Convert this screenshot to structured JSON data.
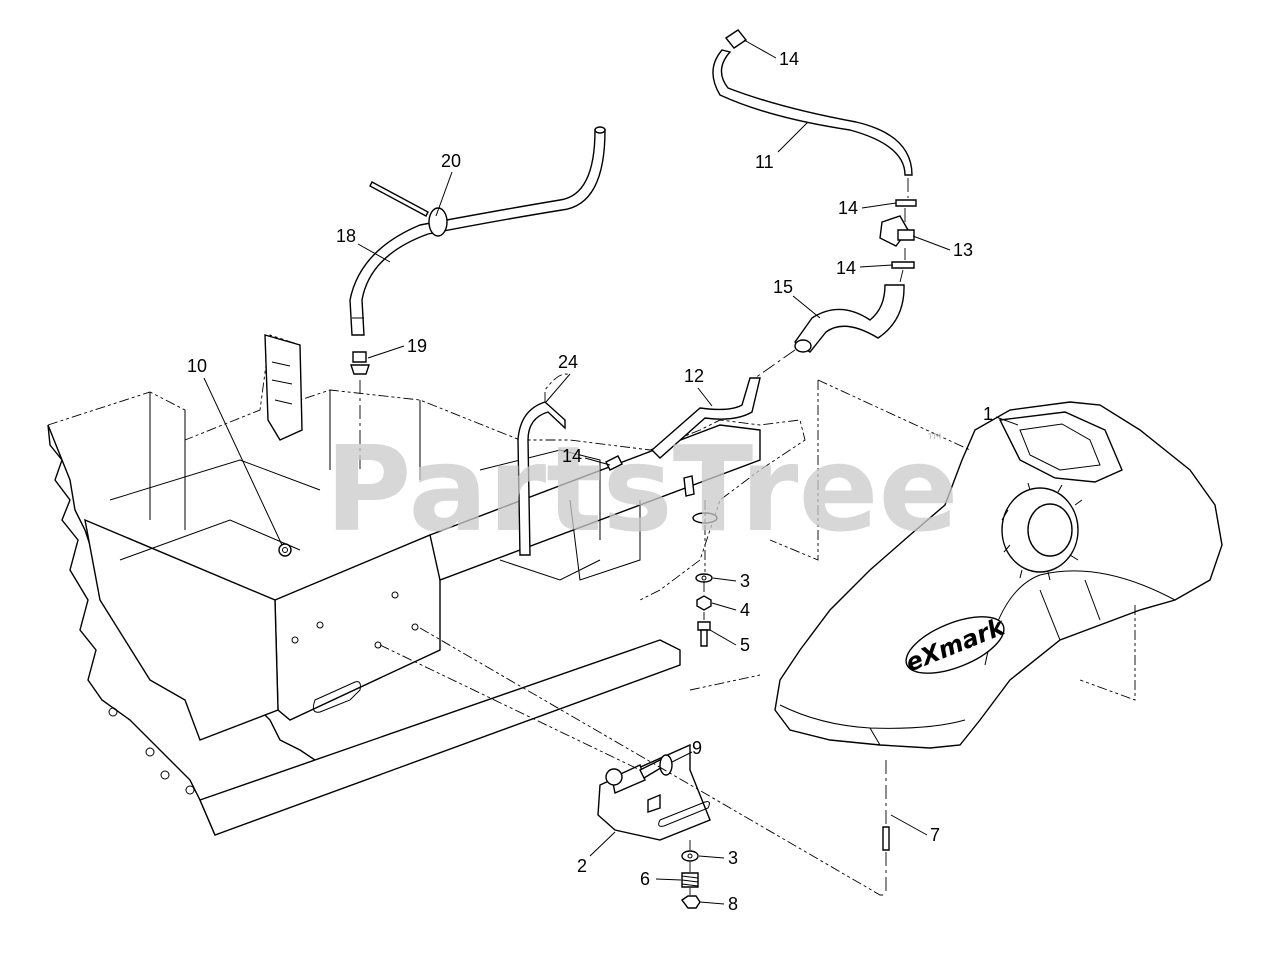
{
  "watermark": {
    "text": "PartsTree",
    "trademark": "™"
  },
  "tank_brand": "eXmark",
  "callouts": [
    {
      "id": "c14a",
      "label": "14"
    },
    {
      "id": "c11",
      "label": "11"
    },
    {
      "id": "c20",
      "label": "20"
    },
    {
      "id": "c18",
      "label": "18"
    },
    {
      "id": "c14b",
      "label": "14"
    },
    {
      "id": "c13",
      "label": "13"
    },
    {
      "id": "c14c",
      "label": "14"
    },
    {
      "id": "c15",
      "label": "15"
    },
    {
      "id": "c19",
      "label": "19"
    },
    {
      "id": "c10",
      "label": "10"
    },
    {
      "id": "c24",
      "label": "24"
    },
    {
      "id": "c12",
      "label": "12"
    },
    {
      "id": "c1",
      "label": "1"
    },
    {
      "id": "c14d",
      "label": "14"
    },
    {
      "id": "c3a",
      "label": "3"
    },
    {
      "id": "c4",
      "label": "4"
    },
    {
      "id": "c5",
      "label": "5"
    },
    {
      "id": "c9",
      "label": "9"
    },
    {
      "id": "c7",
      "label": "7"
    },
    {
      "id": "c3b",
      "label": "3"
    },
    {
      "id": "c2",
      "label": "2"
    },
    {
      "id": "c6",
      "label": "6"
    },
    {
      "id": "c8",
      "label": "8"
    }
  ]
}
